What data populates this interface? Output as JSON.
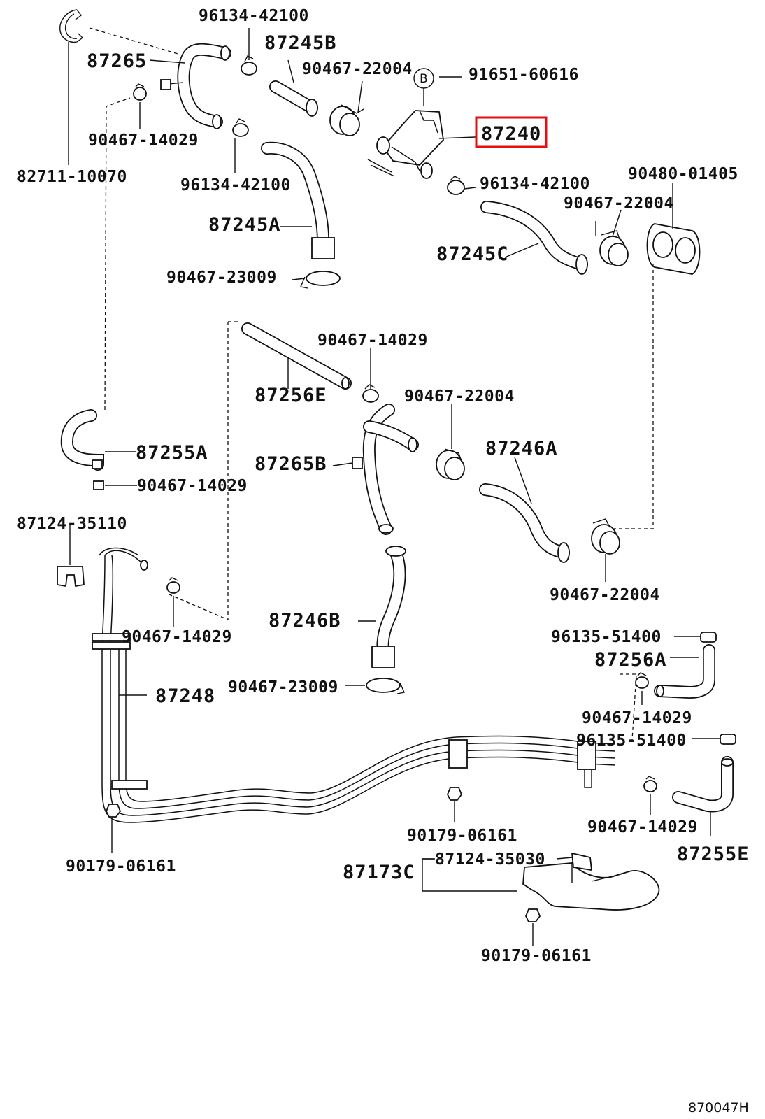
{
  "diagram": {
    "labels": [
      {
        "id": "96134-42100-top",
        "text": "96134-42100"
      },
      {
        "id": "87245b",
        "text": "87245B"
      },
      {
        "id": "87265",
        "text": "87265"
      },
      {
        "id": "90467-22004-top",
        "text": "90467-22004"
      },
      {
        "id": "b-ref",
        "text": "B"
      },
      {
        "id": "91651-60616",
        "text": "91651-60616"
      },
      {
        "id": "87240",
        "text": "87240"
      },
      {
        "id": "90467-14029-a",
        "text": "90467-14029"
      },
      {
        "id": "82711-10070",
        "text": "82711-10070"
      },
      {
        "id": "96134-42100-mid",
        "text": "96134-42100"
      },
      {
        "id": "96134-42100-right",
        "text": "96134-42100"
      },
      {
        "id": "90480-01405",
        "text": "90480-01405"
      },
      {
        "id": "90467-22004-right",
        "text": "90467-22004"
      },
      {
        "id": "87245a",
        "text": "87245A"
      },
      {
        "id": "87245c",
        "text": "87245C"
      },
      {
        "id": "90467-23009-a",
        "text": "90467-23009"
      },
      {
        "id": "90467-14029-b",
        "text": "90467-14029"
      },
      {
        "id": "87256e",
        "text": "87256E"
      },
      {
        "id": "90467-22004-mid",
        "text": "90467-22004"
      },
      {
        "id": "87255a",
        "text": "87255A"
      },
      {
        "id": "87265b",
        "text": "87265B"
      },
      {
        "id": "87246a",
        "text": "87246A"
      },
      {
        "id": "90467-14029-c",
        "text": "90467-14029"
      },
      {
        "id": "87124-35110",
        "text": "87124-35110"
      },
      {
        "id": "90467-22004-low",
        "text": "90467-22004"
      },
      {
        "id": "87246b",
        "text": "87246B"
      },
      {
        "id": "90467-14029-d",
        "text": "90467-14029"
      },
      {
        "id": "96135-51400-a",
        "text": "96135-51400"
      },
      {
        "id": "87256a",
        "text": "87256A"
      },
      {
        "id": "87248",
        "text": "87248"
      },
      {
        "id": "90467-23009-b",
        "text": "90467-23009"
      },
      {
        "id": "90467-14029-e",
        "text": "90467-14029"
      },
      {
        "id": "96135-51400-b",
        "text": "96135-51400"
      },
      {
        "id": "90179-06161-mid",
        "text": "90179-06161"
      },
      {
        "id": "90467-14029-f",
        "text": "90467-14029"
      },
      {
        "id": "90179-06161-left",
        "text": "90179-06161"
      },
      {
        "id": "87124-35030",
        "text": "87124-35030"
      },
      {
        "id": "87173c",
        "text": "87173C"
      },
      {
        "id": "87255e",
        "text": "87255E"
      },
      {
        "id": "90179-06161-bottom",
        "text": "90179-06161"
      },
      {
        "id": "ref-code",
        "text": "870047H"
      }
    ],
    "highlight": {
      "part": "87240",
      "color": "#e01010"
    },
    "ink_color": "#111111"
  }
}
